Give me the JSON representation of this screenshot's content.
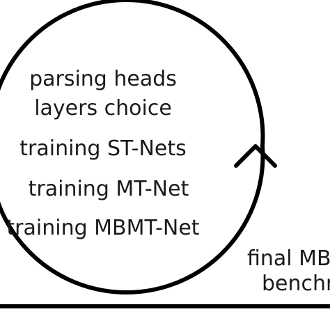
{
  "diagram": {
    "loop_steps": [
      "parsing heads",
      "layers choice",
      "training ST-Nets",
      "training MT-Net",
      "training MBMT-Net"
    ],
    "final_text": [
      "final MB",
      "benchm"
    ]
  }
}
